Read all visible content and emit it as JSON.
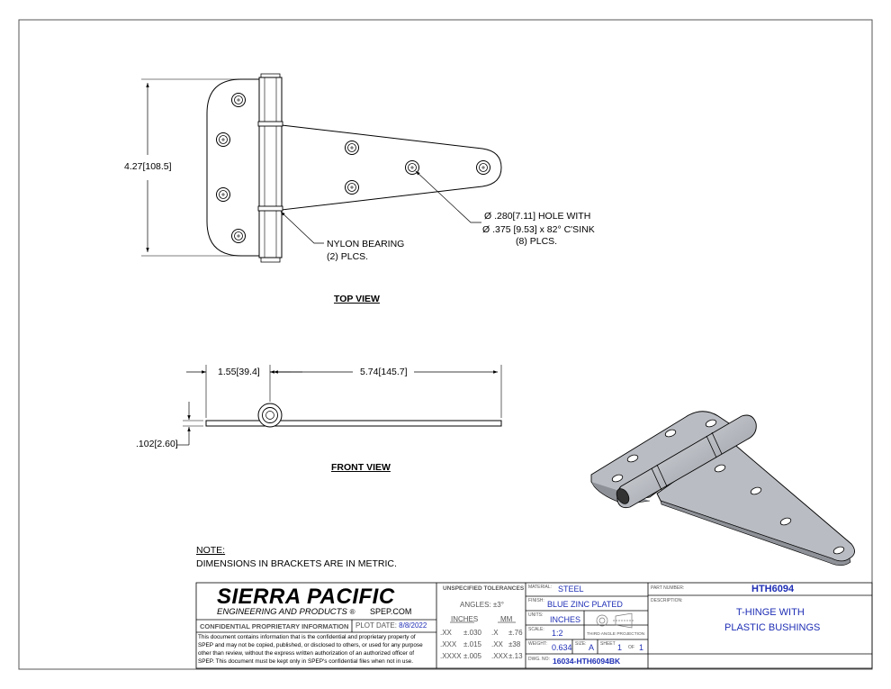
{
  "top_view": {
    "height_dim": "4.27",
    "height_dim_metric": "108.5",
    "hole_note_line1_value": ".280",
    "hole_note_line1_metric": "7.11",
    "hole_note_line1_suffix": "HOLE WITH",
    "hole_note_line2": ".375 [9.53] x 82° C'SINK",
    "hole_note_line3": "(8) PLCS.",
    "bearing_note_line1": "NYLON BEARING",
    "bearing_note_line2": "(2) PLCS.",
    "caption": "TOP VIEW"
  },
  "front_view": {
    "left_dim": "1.55",
    "left_dim_metric": "39.4",
    "right_dim": "5.74",
    "right_dim_metric": "145.7",
    "thickness_dim": ".102",
    "thickness_dim_metric": "2.60",
    "caption": "FRONT VIEW"
  },
  "notes": {
    "heading": "NOTE:",
    "line1": "DIMENSIONS IN BRACKETS ARE IN METRIC."
  },
  "title_block": {
    "company_name": "SIERRA PACIFIC",
    "company_sub": "ENGINEERING AND PRODUCTS",
    "registered_mark": "®",
    "website": "SPEP.COM",
    "confidential_label": "CONFIDENTIAL PROPRIETARY INFORMATION",
    "plot_date_label": "PLOT DATE:",
    "plot_date": "8/8/2022",
    "disclaimer_lines": [
      "This document contains information that is the confidential and proprietary property of",
      "SPEP and may not be copied, published, or disclosed to others, or used for any purpose",
      "other than review, without the express written authorization of an authorized officer of",
      "SPEP. This document must be kept only in SPEP's confidential files when not in use."
    ],
    "tolerances_header": "UNSPECIFIED TOLERANCES",
    "angles": "ANGLES: ±3°",
    "inches_header": "INCHES",
    "mm_header": "MM",
    "tol_rows": [
      {
        "in_key": ".XX",
        "in_val": "±.030",
        "mm_key": ".X",
        "mm_val": "±.76"
      },
      {
        "in_key": ".XXX",
        "in_val": "±.015",
        "mm_key": ".XX",
        "mm_val": "±38"
      },
      {
        "in_key": ".XXXX",
        "in_val": "±.005",
        "mm_key": ".XXX",
        "mm_val": "±.13"
      }
    ],
    "material_label": "MATERIAL:",
    "material": "STEEL",
    "finish_label": "FINISH:",
    "finish": "BLUE ZINC PLATED",
    "units_label": "UNITS:",
    "units": "INCHES",
    "scale_label": "SCALE:",
    "scale": "1:2",
    "projection_label": "THIRD ANGLE PROJECTION",
    "weight_label": "WEIGHT:",
    "weight": "0.634",
    "size_label": "SIZE:",
    "size": "A",
    "sheet_label": "SHEET",
    "sheet": "1",
    "of_label": "OF",
    "sheet_total": "1",
    "dwg_label": "DWG. NO:",
    "dwg_no": "16034-HTH6094BK",
    "part_number_label": "PART NUMBER:",
    "part_number": "HTH6094",
    "description_label": "DESCRIPTION:",
    "description_line1": "T-HINGE WITH",
    "description_line2": "PLASTIC BUSHINGS"
  },
  "colors": {
    "line": "#000000",
    "title_text": "#1f2fb5",
    "part_fill": "#b9bcc2"
  }
}
